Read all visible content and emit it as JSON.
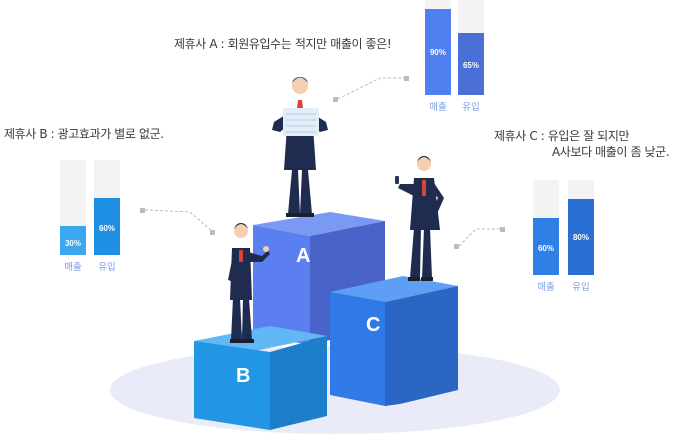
{
  "partners": [
    {
      "id": "a",
      "label": "제휴사 A : 회원유입수는 적지만 매출이 좋은!",
      "bars": [
        {
          "caption": "매출",
          "value_text": "90%",
          "value": 0.9,
          "color": "#4f7ff0"
        },
        {
          "caption": "유입",
          "value_text": "65%",
          "value": 0.65,
          "color": "#4a6fd6"
        }
      ]
    },
    {
      "id": "b",
      "label": "제휴사 B : 광고효과가 별로 없군.",
      "bars": [
        {
          "caption": "매출",
          "value_text": "30%",
          "value": 0.3,
          "color": "#3aa7ef"
        },
        {
          "caption": "유입",
          "value_text": "60%",
          "value": 0.6,
          "color": "#1f8fe3"
        }
      ]
    },
    {
      "id": "c",
      "label_line1": "제휴사 C : 유입은 잘 되지만",
      "label_line2": "A사보다 매출이 좀 낮군.",
      "bars": [
        {
          "caption": "매출",
          "value_text": "60%",
          "value": 0.6,
          "color": "#2f7fe6"
        },
        {
          "caption": "유입",
          "value_text": "80%",
          "value": 0.8,
          "color": "#2a6fd3"
        }
      ]
    }
  ],
  "podium": {
    "a_letter": "A",
    "b_letter": "B",
    "c_letter": "C",
    "colors": {
      "a_front": "#5b7ef0",
      "a_top": "#7a99f5",
      "a_side": "#4a63c8",
      "b_front": "#2296e4",
      "b_top": "#61b8f5",
      "b_side": "#1d7ecc",
      "c_front": "#2f7ae6",
      "c_top": "#5f9ef5",
      "c_side": "#2a66c4",
      "floor": "#e9ecf8"
    }
  },
  "figures": {
    "suit": "#1f2c4f",
    "skin": "#f5cfae",
    "hair": "#1b1f2b",
    "tie": "#d9433a",
    "paper": "#e3edf8"
  }
}
